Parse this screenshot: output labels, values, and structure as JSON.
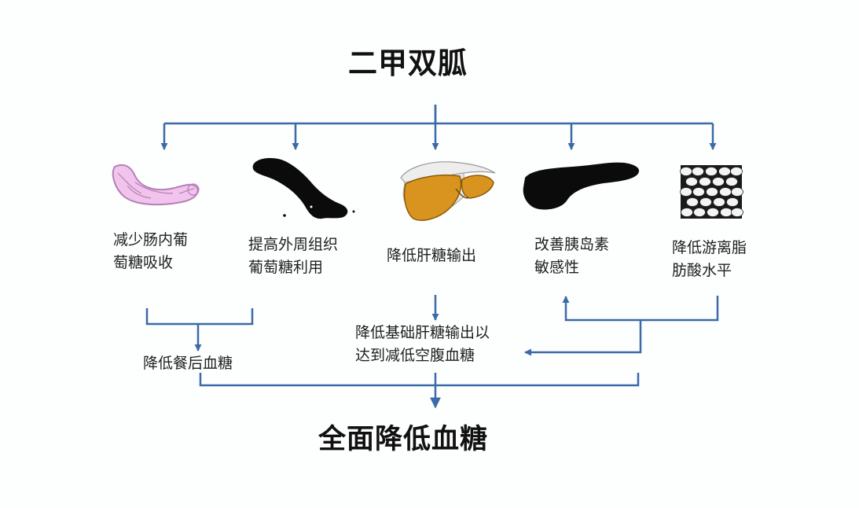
{
  "diagram": {
    "title": "二甲双胍",
    "bottom_title": "全面降低血糖",
    "colors": {
      "arrow": "#3a6aa8",
      "intestine": "#f0c4ec",
      "intestine_outline": "#b77fb6",
      "liver": "#d9941f",
      "liver_outline": "#8c5a08",
      "silhouette": "#0b0b0b"
    },
    "effects": [
      {
        "icon": "intestine-icon",
        "lines": [
          "减少肠内葡",
          "萄糖吸收"
        ]
      },
      {
        "icon": "muscle-icon",
        "lines": [
          "提高外周组织",
          "葡萄糖利用"
        ]
      },
      {
        "icon": "liver-icon",
        "lines": [
          "降低肝糖输出"
        ]
      },
      {
        "icon": "pancreas-icon",
        "lines": [
          "改善胰岛素",
          "敏感性"
        ]
      },
      {
        "icon": "fat-tissue-icon",
        "lines": [
          "降低游离脂",
          "肪酸水平"
        ]
      }
    ],
    "outcomes": {
      "postprandial": "降低餐后血糖",
      "fasting": [
        "降低基础肝糖输出以",
        "达到减低空腹血糖"
      ]
    }
  }
}
